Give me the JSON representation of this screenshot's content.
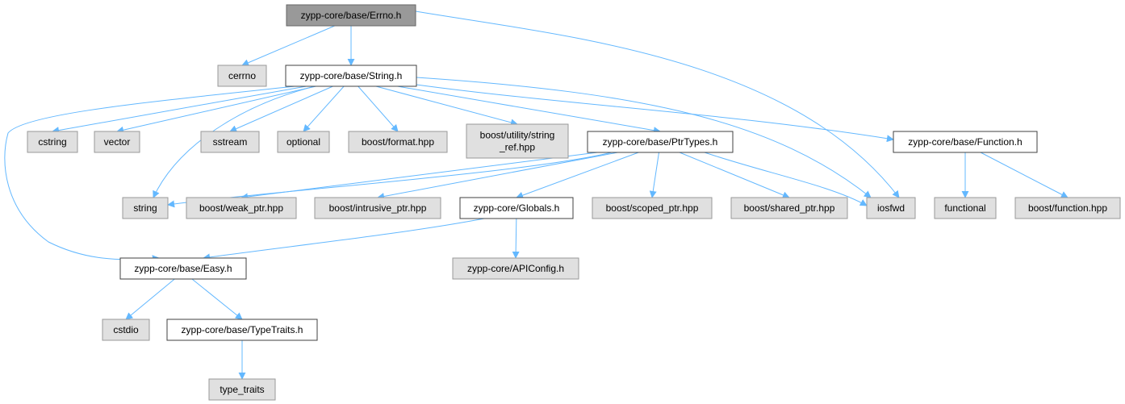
{
  "colors": {
    "root_fill": "#999999",
    "root_stroke": "#666666",
    "local_fill": "#ffffff",
    "local_stroke": "#404040",
    "system_fill": "#e0e0e0",
    "system_stroke": "#999999",
    "edge": "#63b8ff"
  },
  "nodes": {
    "errno": {
      "label": "zypp-core/base/Errno.h",
      "kind": "root"
    },
    "cerrno": {
      "label": "cerrno",
      "kind": "system"
    },
    "string_h": {
      "label": "zypp-core/base/String.h",
      "kind": "local"
    },
    "cstring": {
      "label": "cstring",
      "kind": "system"
    },
    "vector": {
      "label": "vector",
      "kind": "system"
    },
    "sstream": {
      "label": "sstream",
      "kind": "system"
    },
    "optional": {
      "label": "optional",
      "kind": "system"
    },
    "boost_format": {
      "label": "boost/format.hpp",
      "kind": "system"
    },
    "boost_string_ref": {
      "label": [
        "boost/utility/string",
        "_ref.hpp"
      ],
      "kind": "system"
    },
    "ptrtypes": {
      "label": "zypp-core/base/PtrTypes.h",
      "kind": "local"
    },
    "function_h": {
      "label": "zypp-core/base/Function.h",
      "kind": "local"
    },
    "string": {
      "label": "string",
      "kind": "system"
    },
    "weak_ptr": {
      "label": "boost/weak_ptr.hpp",
      "kind": "system"
    },
    "intrusive_ptr": {
      "label": "boost/intrusive_ptr.hpp",
      "kind": "system"
    },
    "globals": {
      "label": "zypp-core/Globals.h",
      "kind": "local"
    },
    "scoped_ptr": {
      "label": "boost/scoped_ptr.hpp",
      "kind": "system"
    },
    "shared_ptr": {
      "label": "boost/shared_ptr.hpp",
      "kind": "system"
    },
    "iosfwd": {
      "label": "iosfwd",
      "kind": "system"
    },
    "functional": {
      "label": "functional",
      "kind": "system"
    },
    "boost_function": {
      "label": "boost/function.hpp",
      "kind": "system"
    },
    "easy": {
      "label": "zypp-core/base/Easy.h",
      "kind": "local"
    },
    "apiconfig": {
      "label": "zypp-core/APIConfig.h",
      "kind": "system"
    },
    "cstdio": {
      "label": "cstdio",
      "kind": "system"
    },
    "typetraits": {
      "label": "zypp-core/base/TypeTraits.h",
      "kind": "local"
    },
    "type_traits": {
      "label": "type_traits",
      "kind": "system"
    }
  },
  "edges": [
    [
      "errno",
      "cerrno"
    ],
    [
      "errno",
      "string_h"
    ],
    [
      "errno",
      "iosfwd"
    ],
    [
      "string_h",
      "cstring"
    ],
    [
      "string_h",
      "vector"
    ],
    [
      "string_h",
      "string"
    ],
    [
      "string_h",
      "sstream"
    ],
    [
      "string_h",
      "optional"
    ],
    [
      "string_h",
      "boost_format"
    ],
    [
      "string_h",
      "boost_string_ref"
    ],
    [
      "string_h",
      "ptrtypes"
    ],
    [
      "string_h",
      "function_h"
    ],
    [
      "string_h",
      "iosfwd"
    ],
    [
      "string_h",
      "easy"
    ],
    [
      "ptrtypes",
      "string"
    ],
    [
      "ptrtypes",
      "weak_ptr"
    ],
    [
      "ptrtypes",
      "intrusive_ptr"
    ],
    [
      "ptrtypes",
      "globals"
    ],
    [
      "ptrtypes",
      "scoped_ptr"
    ],
    [
      "ptrtypes",
      "shared_ptr"
    ],
    [
      "ptrtypes",
      "iosfwd"
    ],
    [
      "function_h",
      "functional"
    ],
    [
      "function_h",
      "boost_function"
    ],
    [
      "globals",
      "easy"
    ],
    [
      "globals",
      "apiconfig"
    ],
    [
      "easy",
      "cstdio"
    ],
    [
      "easy",
      "typetraits"
    ],
    [
      "typetraits",
      "type_traits"
    ]
  ]
}
